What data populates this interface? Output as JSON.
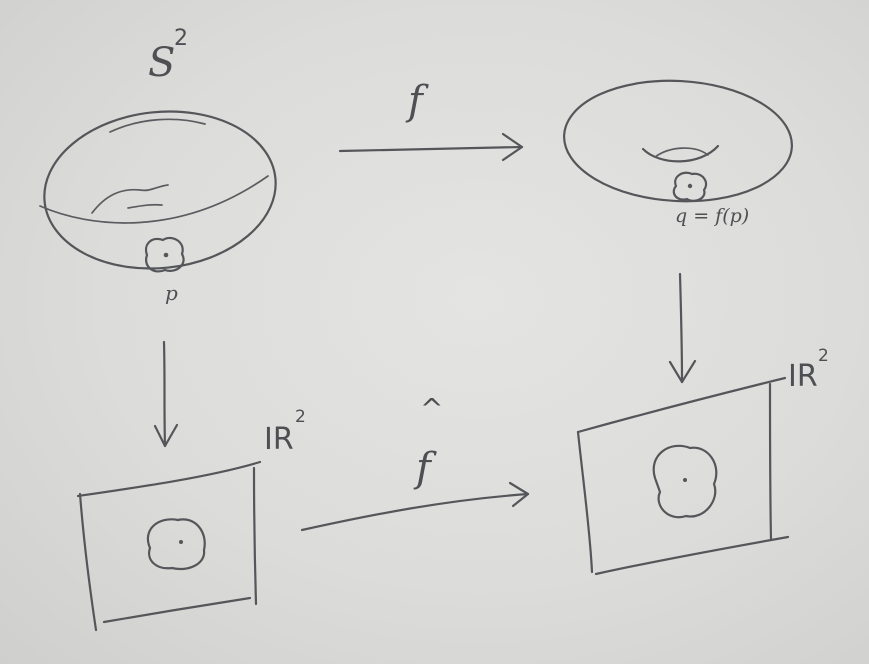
{
  "labels": {
    "sphere": "S",
    "sphere_power": "2",
    "map_f": "f",
    "map_fhat": "f",
    "hat_mark": "^",
    "point_p": "p",
    "point_q": "q = f(p)",
    "plane_left": "IR",
    "plane_left_power": "2",
    "plane_right": "IR",
    "plane_right_power": "2"
  },
  "colors": {
    "paper": "#dcdcda",
    "ink": "#55565a"
  }
}
